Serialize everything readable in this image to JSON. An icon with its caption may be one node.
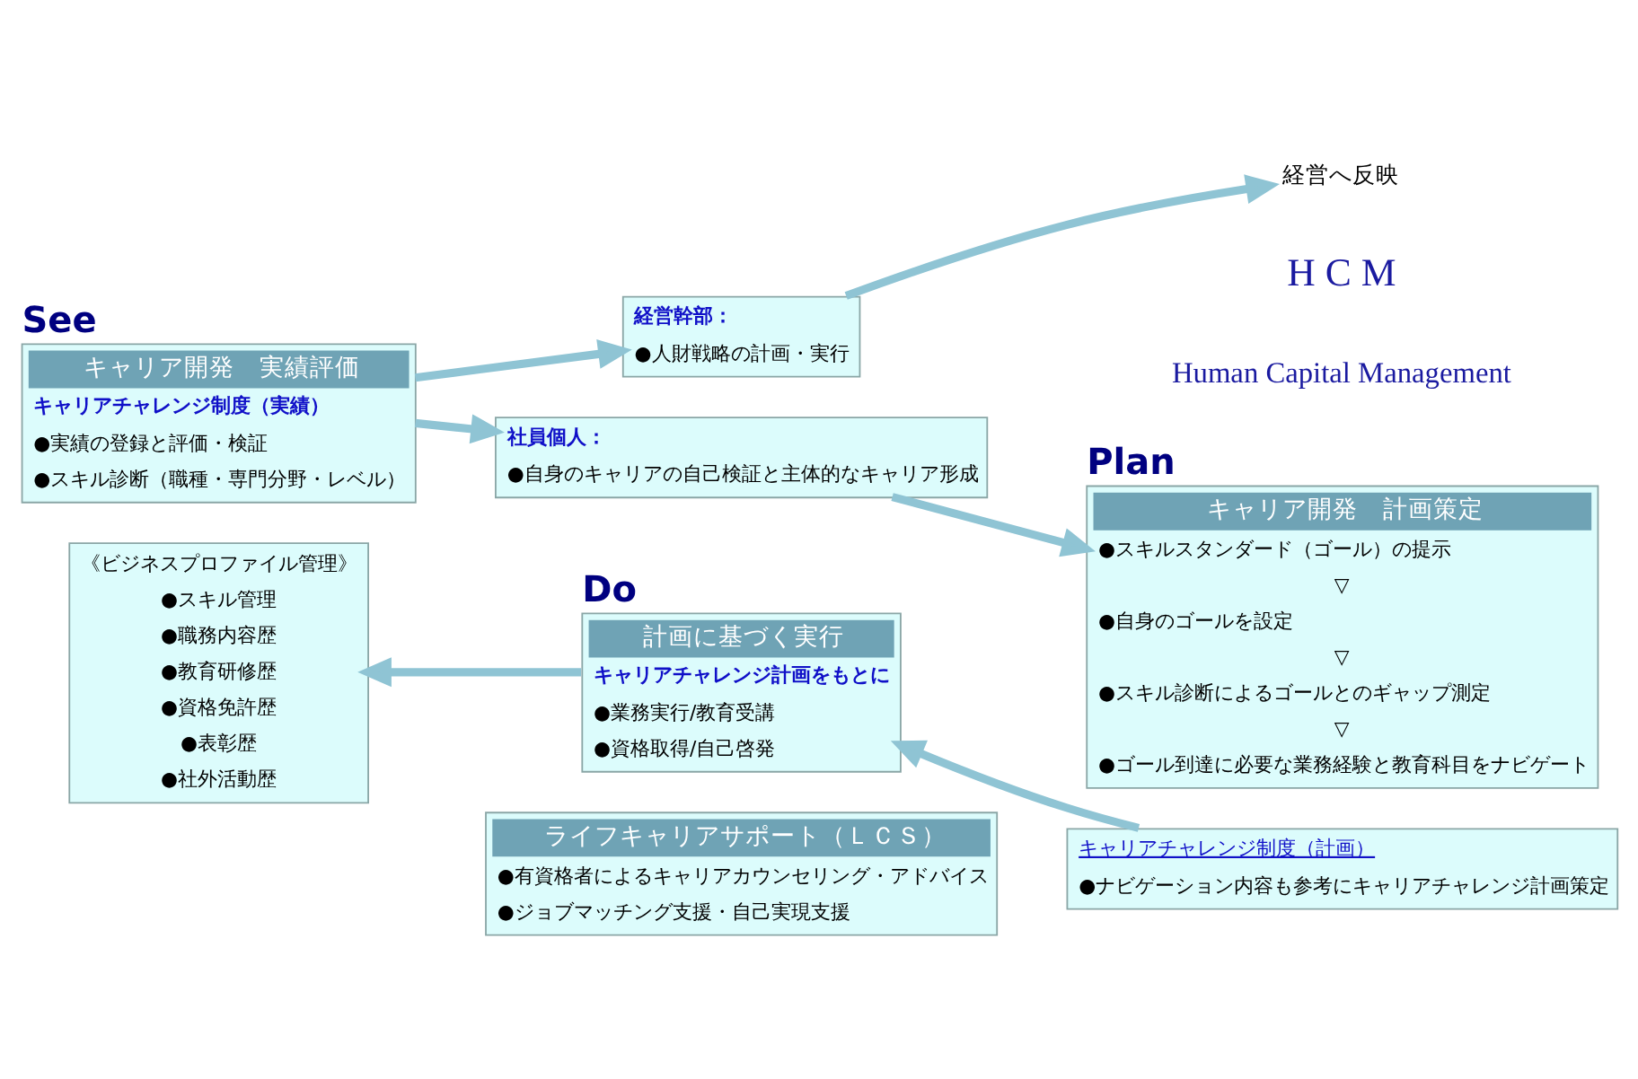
{
  "diagram": {
    "nodes": [
      {
        "text": [
          "キャリア開発　実績評価",
          "キャリアチャレンジ制度（実績）",
          "●実績の登録と評価・検証",
          "●スキル診断（職種・専門分野・レベル）"
        ],
        "beside": [
          "See"
        ]
      },
      {
        "text": [
          "《ビジネスプロファイル管理》",
          "●スキル管理",
          "●職務内容歴",
          "●教育研修歴",
          "●資格免許歴",
          "●表彰歴",
          "●社外活動歴"
        ]
      },
      {
        "text": [
          "経営幹部：",
          "●人財戦略の計画・実行"
        ]
      },
      {
        "text": [
          "社員個人：",
          "●自身のキャリアの自己検証と主体的なキャリア形成"
        ]
      },
      {
        "text": [
          "経営へ反映"
        ]
      },
      {
        "text": [
          "キャリア開発　計画策定",
          "●スキルスタンダード（ゴール）の提示",
          "▽",
          "●自身のゴールを設定",
          "▽",
          "●スキル診断によるゴールとのギャップ測定",
          "▽",
          "●ゴール到達に必要な業務経験と教育科目をナビゲート"
        ],
        "beside": [
          "Plan"
        ]
      },
      {
        "text": [
          "キャリアチャレンジ制度（計画）",
          "●ナビゲーション内容も参考にキャリアチャレンジ計画策定"
        ]
      },
      {
        "text": [
          "計画に基づく実行",
          "キャリアチャレンジ計画をもとに",
          "●業務実行/教育受講",
          "●資格取得/自己啓発"
        ],
        "beside": [
          "Do"
        ]
      },
      {
        "text": [
          "ライフキャリアサポート（ＬＣＳ）",
          "●有資格者によるキャリアカウンセリング・アドバイス",
          "●ジョブマッチング支援・自己実現支援"
        ]
      }
    ],
    "edges": [
      {
        "from": 0,
        "to": 2,
        "arrow": "to"
      },
      {
        "from": 0,
        "to": 3,
        "arrow": "to"
      },
      {
        "from": 2,
        "to": 4,
        "arrow": "to"
      },
      {
        "from": 3,
        "to": 5,
        "arrow": "to"
      },
      {
        "from": 6,
        "to": 7,
        "arrow": "to"
      },
      {
        "from": 7,
        "to": 1,
        "arrow": "to"
      }
    ],
    "labels": [
      "H C M",
      "Human Capital Management"
    ]
  }
}
